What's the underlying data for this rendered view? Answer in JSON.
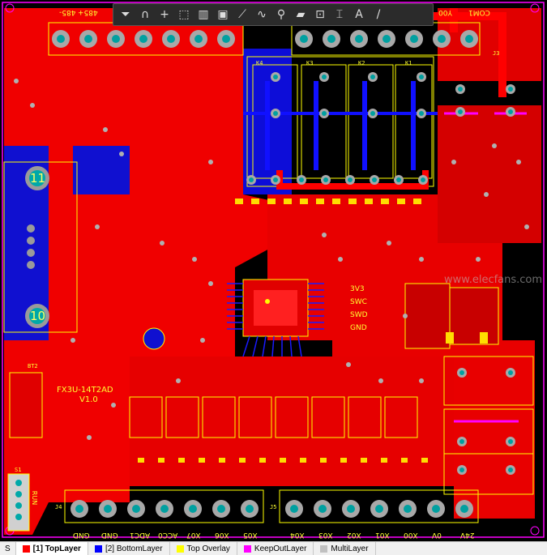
{
  "toolbar": {
    "tools": [
      {
        "name": "filter-icon",
        "glyph": "⏷"
      },
      {
        "name": "magnet-icon",
        "glyph": "∩"
      },
      {
        "name": "crosshair-icon",
        "glyph": "+"
      },
      {
        "name": "select-rect-icon",
        "glyph": "⬚"
      },
      {
        "name": "align-icon",
        "glyph": "▥"
      },
      {
        "name": "component-icon",
        "glyph": "▣"
      },
      {
        "name": "route-icon",
        "glyph": "⟋"
      },
      {
        "name": "diff-pair-icon",
        "glyph": "∿"
      },
      {
        "name": "via-icon",
        "glyph": "⚲"
      },
      {
        "name": "polygon-icon",
        "glyph": "▰"
      },
      {
        "name": "keepout-icon",
        "glyph": "⊡"
      },
      {
        "name": "dimension-icon",
        "glyph": "⌶"
      },
      {
        "name": "text-icon",
        "glyph": "A"
      },
      {
        "name": "line-icon",
        "glyph": "/"
      }
    ]
  },
  "board": {
    "top_header_labels": [
      "485-",
      "485+"
    ],
    "top_right_labels": [
      "COM1",
      "Y00"
    ],
    "bottom_left_labels": [
      "GND",
      "GND",
      "ADC1",
      "ACC0",
      "X07",
      "X06",
      "X05"
    ],
    "bottom_right_labels": [
      "X04",
      "X03",
      "X02",
      "X01",
      "X00",
      "0V",
      "24V"
    ],
    "model": "FX3U-14T2AD",
    "version": "V1.0",
    "big_pad_1": "11",
    "big_pad_2": "10",
    "debug_labels": [
      "3V3",
      "SWC",
      "SWD",
      "GND"
    ],
    "relays": [
      "K4",
      "K3",
      "K2",
      "K1"
    ],
    "connectors": [
      "J3",
      "J4",
      "J5",
      "BT2",
      "S1"
    ],
    "run_label": "RUN",
    "watermark": "www.elecfans.com"
  },
  "colors": {
    "top_layer": "#ff0000",
    "bottom_layer": "#0000ff",
    "overlay": "#ffff00",
    "keepout": "#ff00ff",
    "multilayer": "#c0c0c0",
    "background": "#000000"
  },
  "statusbar": {
    "s_label": "S",
    "layers": [
      {
        "label": "[1] TopLayer",
        "color": "#ff0000",
        "active": true
      },
      {
        "label": "[2] BottomLayer",
        "color": "#0000ff",
        "active": false
      },
      {
        "label": "Top Overlay",
        "color": "#ffff00",
        "active": false
      },
      {
        "label": "KeepOutLayer",
        "color": "#ff00ff",
        "active": false
      },
      {
        "label": "MultiLayer",
        "color": "#c0c0c0",
        "active": false
      }
    ]
  }
}
